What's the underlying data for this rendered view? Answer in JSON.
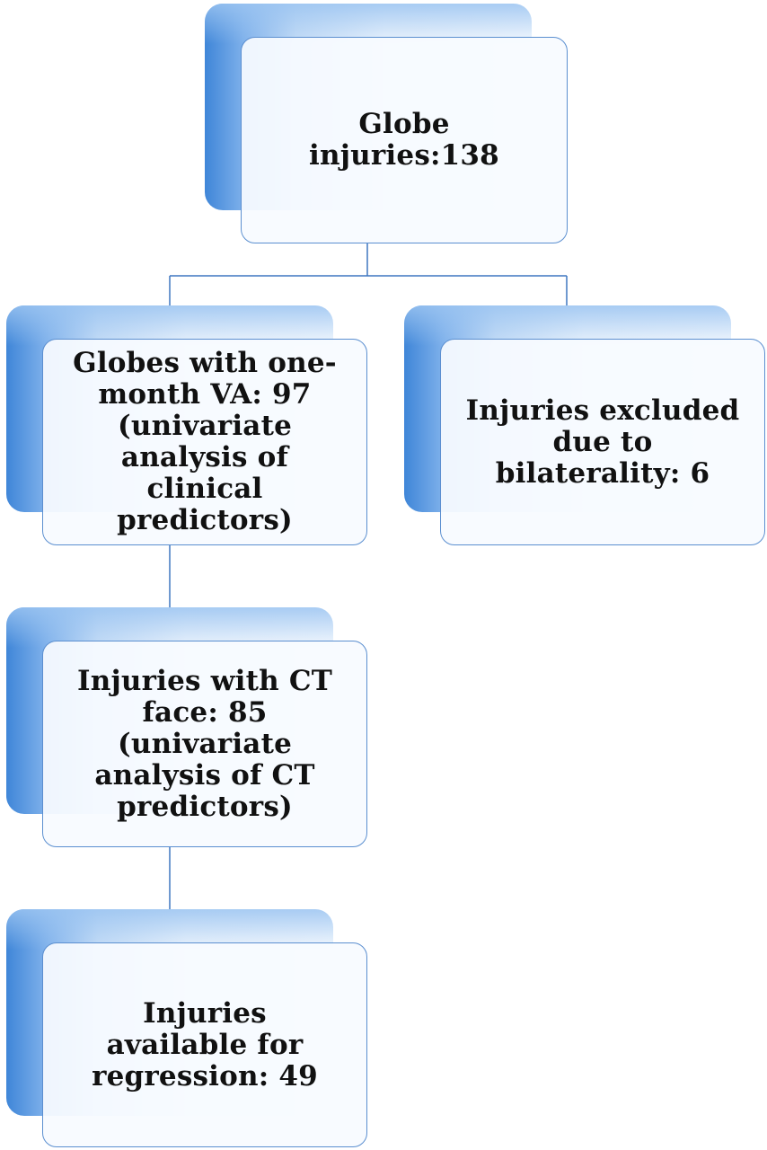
{
  "diagram": {
    "nodes": {
      "globe_injuries": "Globe injuries:138",
      "one_month_va": "Globes with one-month VA: 97 (univariate analysis of clinical predictors)",
      "excluded_bilateral": "Injuries excluded due to bilaterality: 6",
      "ct_face": "Injuries with CT face: 85 (univariate analysis of CT predictors)",
      "regression": "Injuries available for regression: 49"
    },
    "colors": {
      "box_border": "#5b8fd0",
      "connector": "#3f77c0",
      "shadow_dark": "#3f86d8",
      "shadow_light": "#ebf3fc"
    }
  }
}
